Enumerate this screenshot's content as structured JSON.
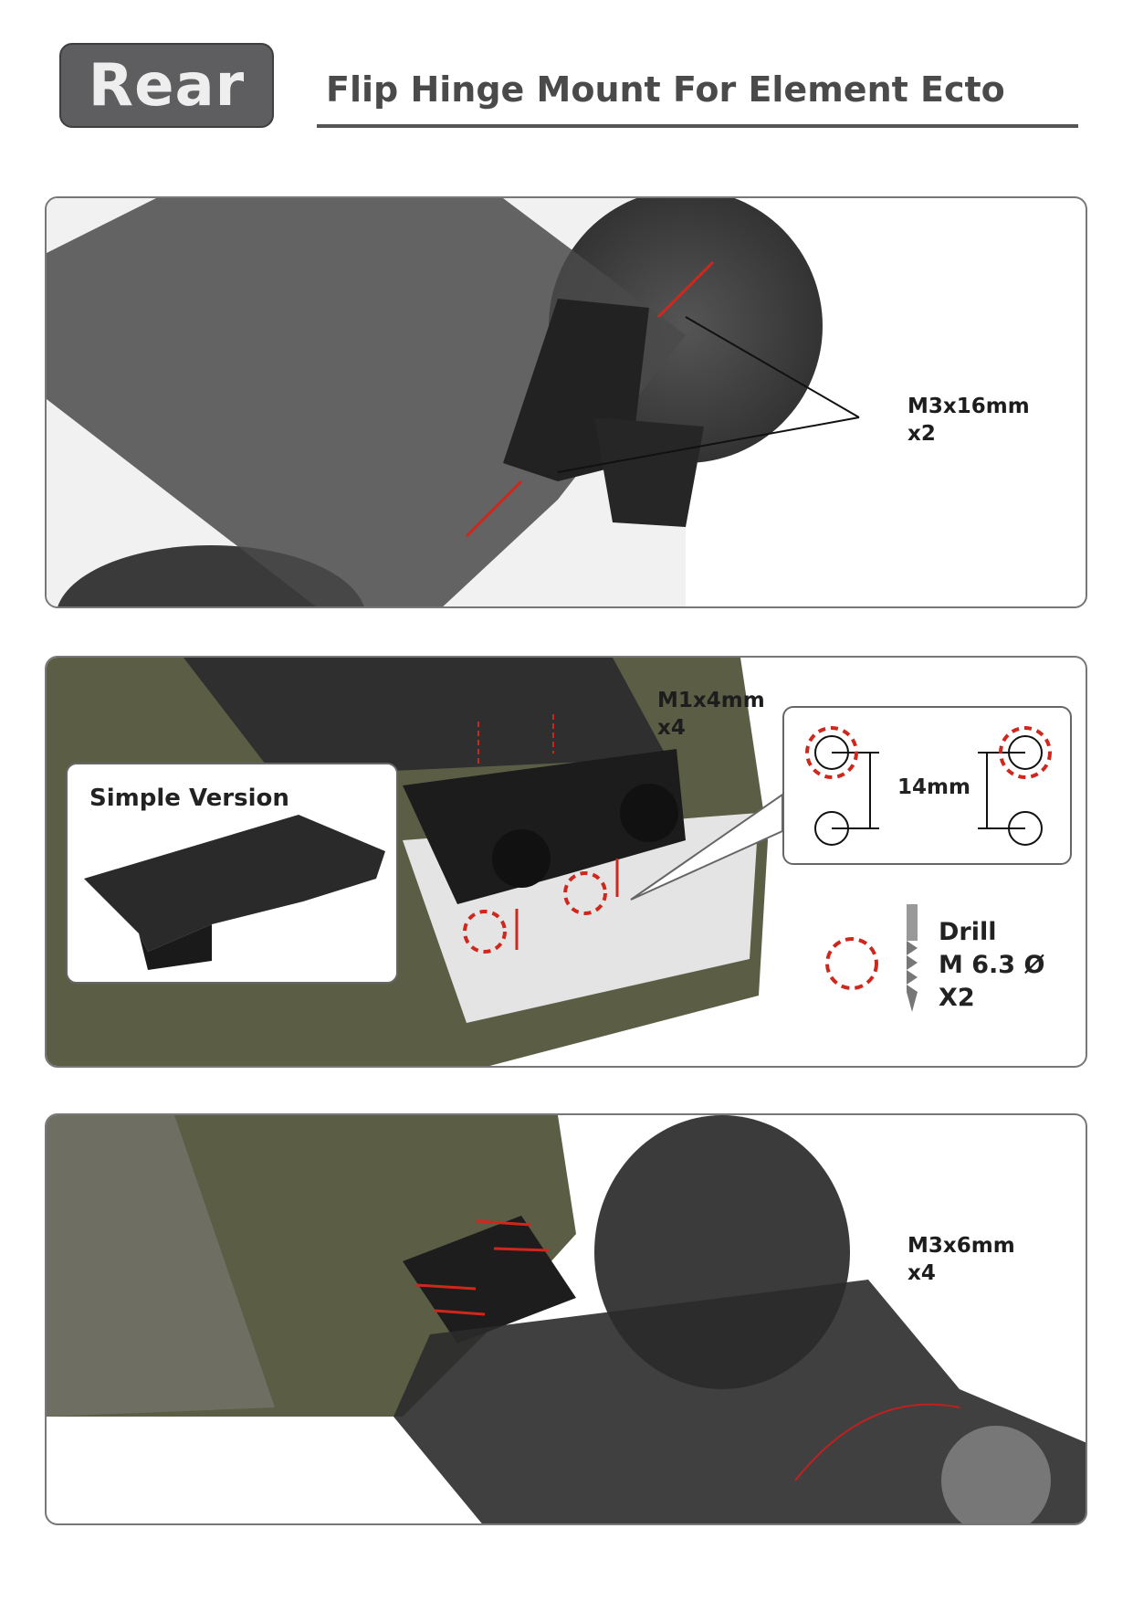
{
  "header": {
    "section_badge": "Rear",
    "title": "Flip Hinge Mount For Element Ecto"
  },
  "steps": [
    {
      "screw_spec": "M3x16mm",
      "quantity": "x2"
    },
    {
      "screw_spec": "M1x4mm",
      "quantity": "x4",
      "inset_title": "Simple Version",
      "hole_spacing": "14mm",
      "drill": {
        "line1": "Drill",
        "line2": "M 6.3 Ø",
        "line3": "X2"
      }
    },
    {
      "screw_spec": "M3x6mm",
      "quantity": "x4"
    }
  ],
  "colors": {
    "badge": "#5e5d5f",
    "marker_red": "#d0271d",
    "body_green": "#5b5e45"
  }
}
